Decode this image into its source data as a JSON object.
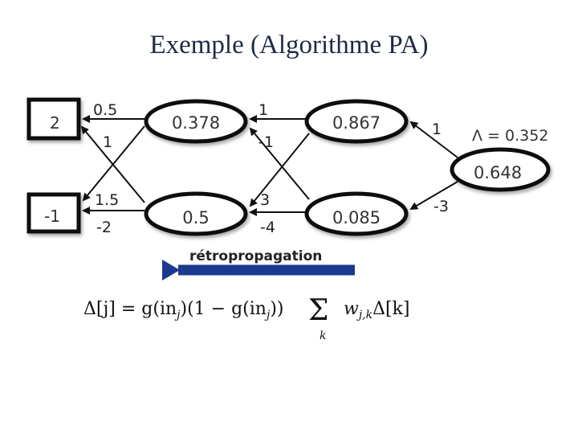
{
  "title": "Exemple (Algorithme PA)",
  "inputs": {
    "top": "2",
    "bottom": "-1"
  },
  "hidden": {
    "top": "0.378",
    "bottom": "0.5"
  },
  "second": {
    "top": "0.867",
    "bottom": "0.085"
  },
  "output": {
    "value": "0.648",
    "lambda": "Λ = 0.352"
  },
  "weights": {
    "in_top_a": "0.5",
    "in_top_b": "1",
    "in_bot_a": "1.5",
    "in_bot_b": "-2",
    "mid_top_a": "1",
    "mid_top_b": "-1",
    "mid_bot_a": "3",
    "mid_bot_b": "-4",
    "out_top": "1",
    "out_bot": "-3"
  },
  "backprop_label": "rétropropagation",
  "formula": {
    "lhs": "Δ[j] = g(in",
    "j1": "j",
    "mid": ")(1 − g(in",
    "j2": "j",
    "rhs": "))",
    "sum": "Σ",
    "k": "k",
    "w": "w",
    "wjk": "j,k",
    "delta": "Δ[k]"
  },
  "colors": {
    "arrow_blue": "#1b3a8f",
    "title": "#1f2a44"
  }
}
